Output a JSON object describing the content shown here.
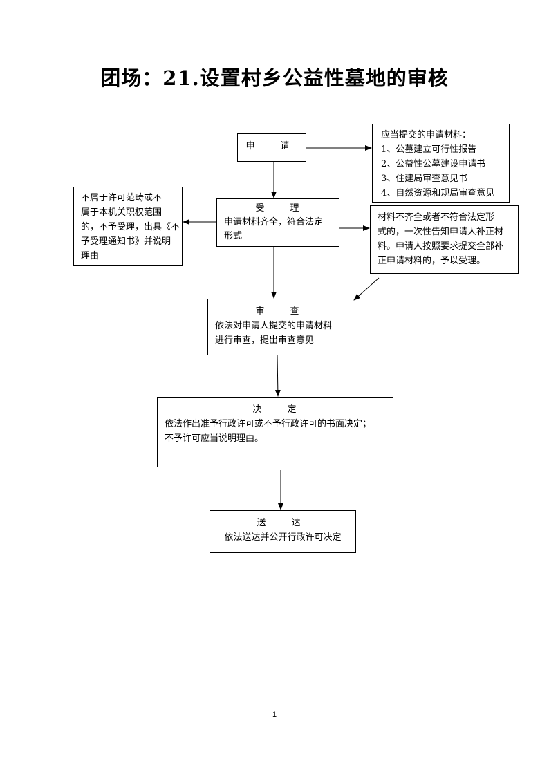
{
  "title": "团场：21.设置村乡公益性墓地的审核",
  "boxes": {
    "apply": {
      "heading": "申　请"
    },
    "materials": {
      "lines": [
        "应当提交的申请材料：",
        "1、公墓建立可行性报告",
        "2、公益性公墓建设申请书",
        "3、住建局审查意见书",
        "4、自然资源和规局审查意见"
      ]
    },
    "reject": {
      "lines": [
        "不属于许可范畴或不",
        "属于本机关职权范围",
        "的，不予受理，出具《不",
        "予受理通知书》并说明",
        "理由"
      ]
    },
    "accept": {
      "heading": "受　理",
      "lines": [
        "申请材料齐全，符合法定",
        "形式"
      ]
    },
    "supplement": {
      "lines": [
        "材料不齐全或者不符合法定形",
        "式的，一次性告知申请人补正材",
        "料。申请人按照要求提交全部补",
        "正申请材料的，予以受理。"
      ]
    },
    "review": {
      "heading": "审　查",
      "lines": [
        "依法对申请人提交的申请材料",
        "进行审查，提出审查意见"
      ]
    },
    "decide": {
      "heading": "决　定",
      "lines": [
        "依法作出准予行政许可或不予行政许可的书面决定；",
        "不予许可应当说明理由。"
      ]
    },
    "deliver": {
      "heading": "送　达",
      "lines": [
        "依法送达并公开行政许可决定"
      ]
    }
  },
  "page_number": "1"
}
